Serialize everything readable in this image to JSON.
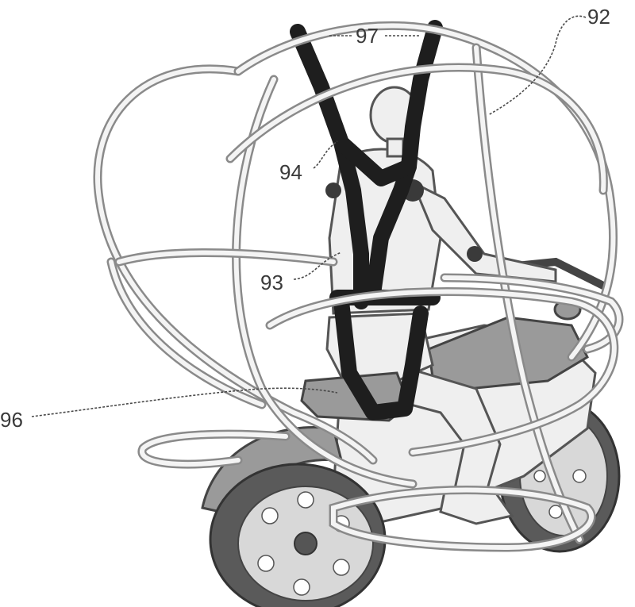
{
  "figure": {
    "labels": {
      "frame": "92",
      "strap_lower": "93",
      "strap_upper": "94",
      "seat": "96",
      "top_strap": "97"
    },
    "colors": {
      "line": "#555555",
      "strap": "#1e1e1e",
      "cage": "#8a8a8a",
      "background": "#ffffff"
    }
  }
}
